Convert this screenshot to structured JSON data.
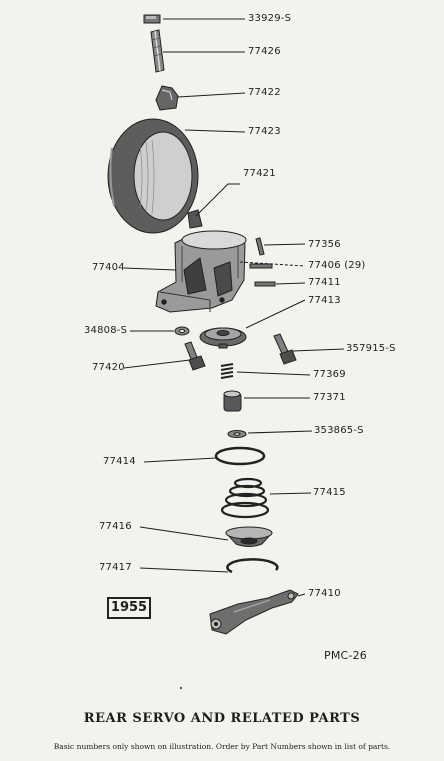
{
  "title": "REAR SERVO AND RELATED PARTS",
  "footnote": "Basic numbers only shown on illustration.  Order by Part Numbers shown in list of parts.",
  "year_box": "1955",
  "plate_code": "PMC-26",
  "callouts": {
    "p33929": "33929-S",
    "p77426": "77426",
    "p77422": "77422",
    "p77423": "77423",
    "p77421": "77421",
    "p77356": "77356",
    "p77404": "77404",
    "p77406": "77406  (29)",
    "p77411": "77411",
    "p77413": "77413",
    "p34808": "34808-S",
    "p357915": "357915-S",
    "p77420": "77420",
    "p77369": "77369",
    "p77371": "77371",
    "p353865": "353865-S",
    "p77414": "77414",
    "p77415": "77415",
    "p77416": "77416",
    "p77417": "77417",
    "p77410": "77410"
  }
}
